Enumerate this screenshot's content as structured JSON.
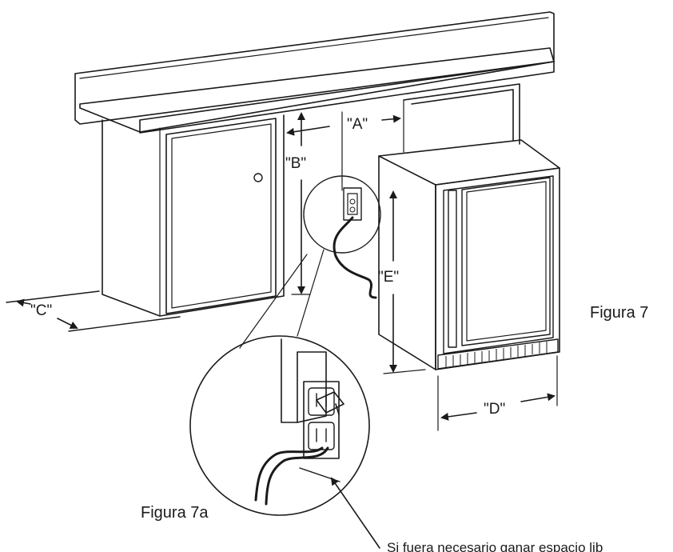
{
  "labels": {
    "a": "\"A\"",
    "b": "\"B\"",
    "c": "\"C\"",
    "d": "\"D\"",
    "e": "\"E\""
  },
  "captions": {
    "figure_main": "Figura 7",
    "figure_detail": "Figura 7a"
  },
  "note": "Si fuera necesario ganar espacio lib"
}
